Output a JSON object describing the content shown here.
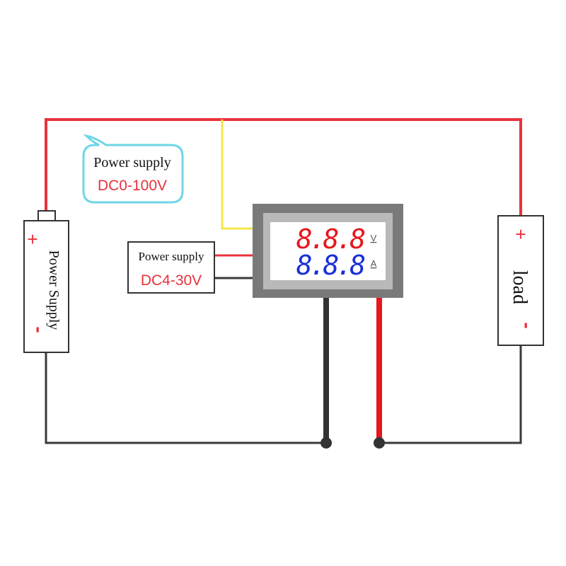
{
  "bubble": {
    "title": "Power supply",
    "voltage": "DC0-100V"
  },
  "module_supply": {
    "title": "Power supply",
    "voltage": "DC4-30V"
  },
  "meter": {
    "voltage_digits": "8.8.8",
    "voltage_unit": "V",
    "current_digits": "8.8.8",
    "current_unit": "A"
  },
  "battery": {
    "label": "Power Supply",
    "plus": "+",
    "minus": "-"
  },
  "load": {
    "label": "load",
    "plus": "+",
    "minus": "-"
  },
  "colors": {
    "red_wire": "#e8323c",
    "black_wire": "#3a3a3a",
    "yellow_wire": "#f3e64a",
    "bubble_border": "#6fd6e6",
    "voltage_digits": "#e8161e",
    "current_digits": "#1a2fd8",
    "meter_frame": "#7a7a7a"
  }
}
